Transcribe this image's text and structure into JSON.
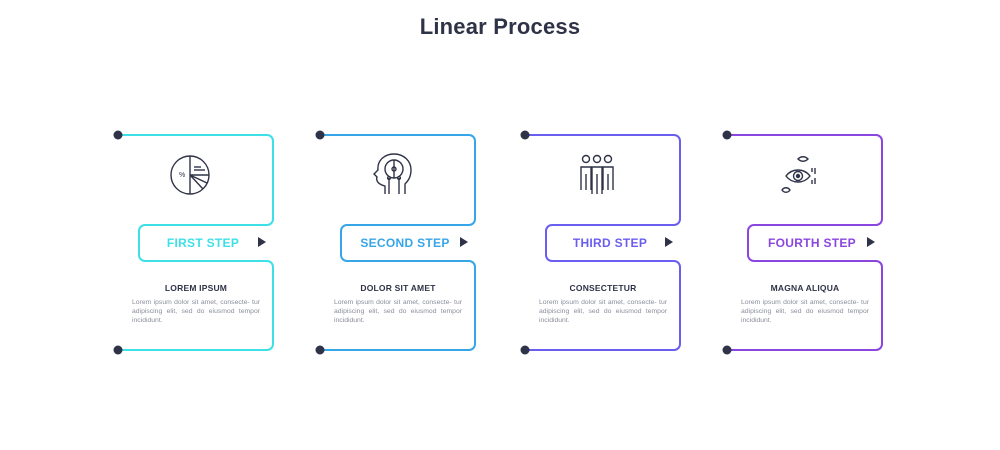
{
  "title": "Linear Process",
  "steps": [
    {
      "label": "FIRST STEP",
      "heading": "LOREM IPSUM",
      "description": "Lorem ipsum dolor sit amet, consecte- tur adipiscing elit, sed do eiusmod tempor incididunt.",
      "color": "#3ee0e8",
      "icon": "pie-chart-icon"
    },
    {
      "label": "SECOND STEP",
      "heading": "DOLOR SIT AMET",
      "description": "Lorem ipsum dolor sit amet, consecte- tur adipiscing elit, sed do eiusmod tempor incididunt.",
      "color": "#37a6e8",
      "icon": "human-head-circuit-icon"
    },
    {
      "label": "THIRD STEP",
      "heading": "CONSECTETUR",
      "description": "Lorem ipsum dolor sit amet, consecte- tur adipiscing elit, sed do eiusmod tempor incididunt.",
      "color": "#6a5ef0",
      "icon": "team-people-icon"
    },
    {
      "label": "FOURTH STEP",
      "heading": "MAGNA ALIQUA",
      "description": "Lorem ipsum dolor sit amet, consecte- tur adipiscing elit, sed do eiusmod tempor incididunt.",
      "color": "#8b46e0",
      "icon": "eyes-vision-icon"
    }
  ],
  "colors": {
    "dark": "#2f3347",
    "muted": "#8a8e9c"
  }
}
